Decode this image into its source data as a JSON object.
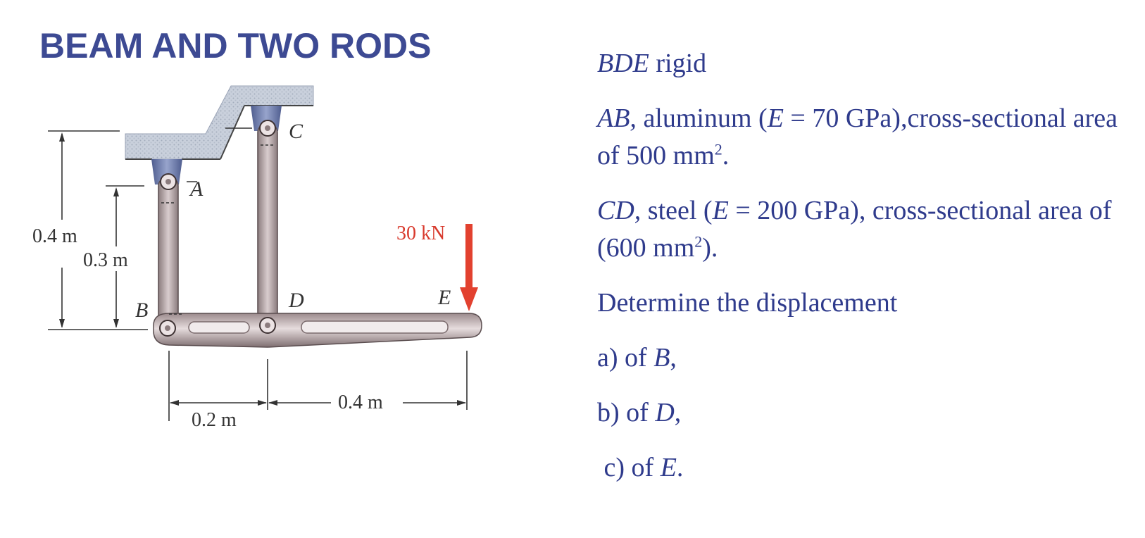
{
  "title": "BEAM AND TWO RODS",
  "diagram": {
    "labels": {
      "A": "A",
      "B": "B",
      "C": "C",
      "D": "D",
      "E": "E"
    },
    "dimensions": {
      "h_total": "0.4 m",
      "h_ab": "0.3 m",
      "w_bd": "0.2 m",
      "w_de": "0.4 m"
    },
    "load": "30 kN",
    "colors": {
      "load_arrow": "#e2412f",
      "support": "#6d7fb5",
      "member": "#b8a6a8"
    }
  },
  "problem": {
    "line1": {
      "italic": "BDE",
      "text": " rigid"
    },
    "line2": {
      "italic": "AB,",
      "text_a": " aluminum (",
      "italic_e": "E",
      "text_b": " = 70 GPa),cross-sectional area of 500 mm",
      "sup": "2",
      "end": "."
    },
    "line3": {
      "italic": "CD,",
      "text_a": " steel (",
      "italic_e": "E",
      "text_b": " = 200 GPa), cross-sectional area of (600 mm",
      "sup": "2",
      "end": ")."
    },
    "line4": "Determine the displacement",
    "parts": [
      {
        "prefix": "a) of ",
        "italic": "B",
        "suffix": ","
      },
      {
        "prefix": "b) of ",
        "italic": "D",
        "suffix": ","
      },
      {
        "prefix": " c) of ",
        "italic": "E",
        "suffix": "."
      }
    ]
  }
}
